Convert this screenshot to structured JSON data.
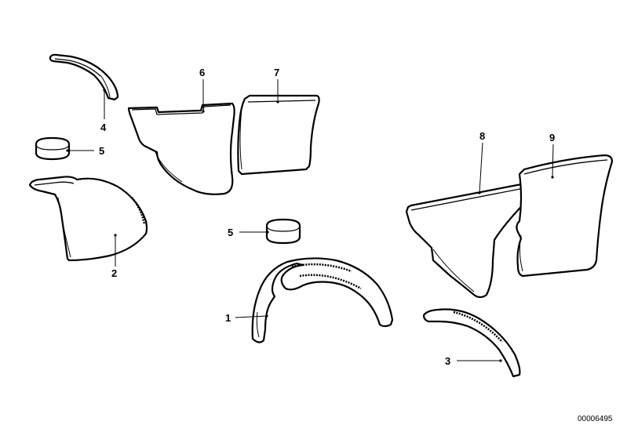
{
  "callouts": {
    "part_1": "1",
    "part_2": "2",
    "part_3": "3",
    "part_4": "4",
    "part_5a": "5",
    "part_5b": "5",
    "part_6": "6",
    "part_7": "7",
    "part_8": "8",
    "part_9": "9"
  },
  "catalog_number": "00006495"
}
